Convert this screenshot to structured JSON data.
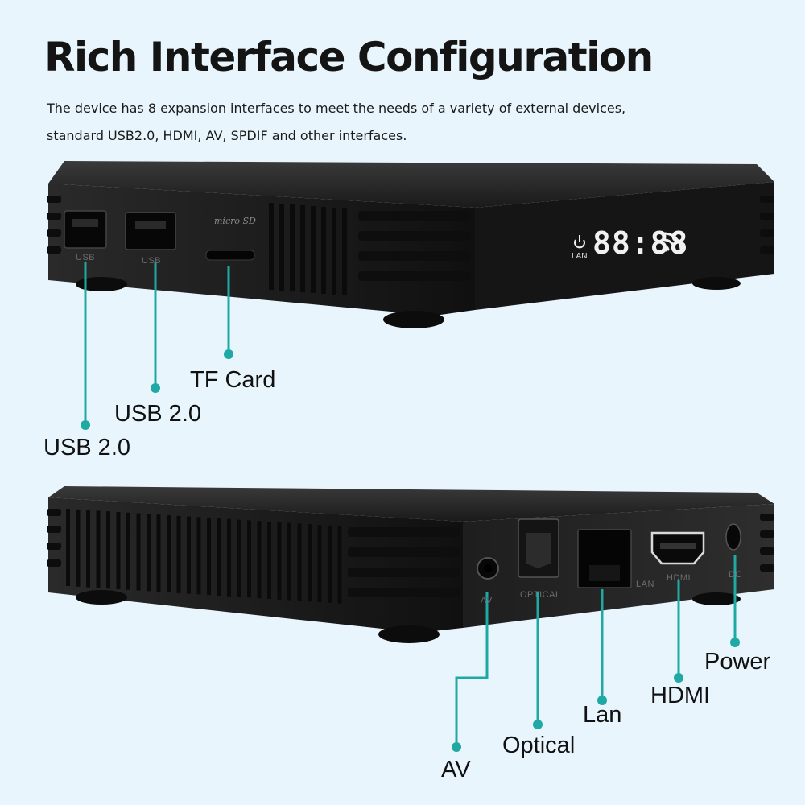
{
  "header": {
    "title": "Rich Interface Configuration",
    "subtitle_line1": "The device has 8 expansion interfaces to meet the needs of a variety of external devices,",
    "subtitle_line2": "standard USB2.0, HDMI, AV, SPDIF and other interfaces."
  },
  "front_panel": {
    "display_text": "88:88",
    "lan_indicator": "LAN",
    "port_labels": [
      "USB",
      "USB"
    ],
    "card_mark": "micro SD",
    "callouts": {
      "usb_1": "USB 2.0",
      "usb_2": "USB 2.0",
      "tf_card": "TF Card"
    }
  },
  "rear_panel": {
    "port_labels": {
      "av": "AV",
      "optical": "OPTICAL",
      "lan": "LAN",
      "hdmi": "HDMI",
      "dc": "DC"
    },
    "callouts": {
      "av": "AV",
      "optical": "Optical",
      "lan": "Lan",
      "hdmi": "HDMI",
      "power": "Power"
    }
  },
  "colors": {
    "background": "#e9f5fc",
    "accent": "#1fa9a4",
    "device_body": "#1c1c1c",
    "display_glow": "#f1f1f1"
  },
  "icons": [
    "power-icon",
    "wifi-icon"
  ]
}
